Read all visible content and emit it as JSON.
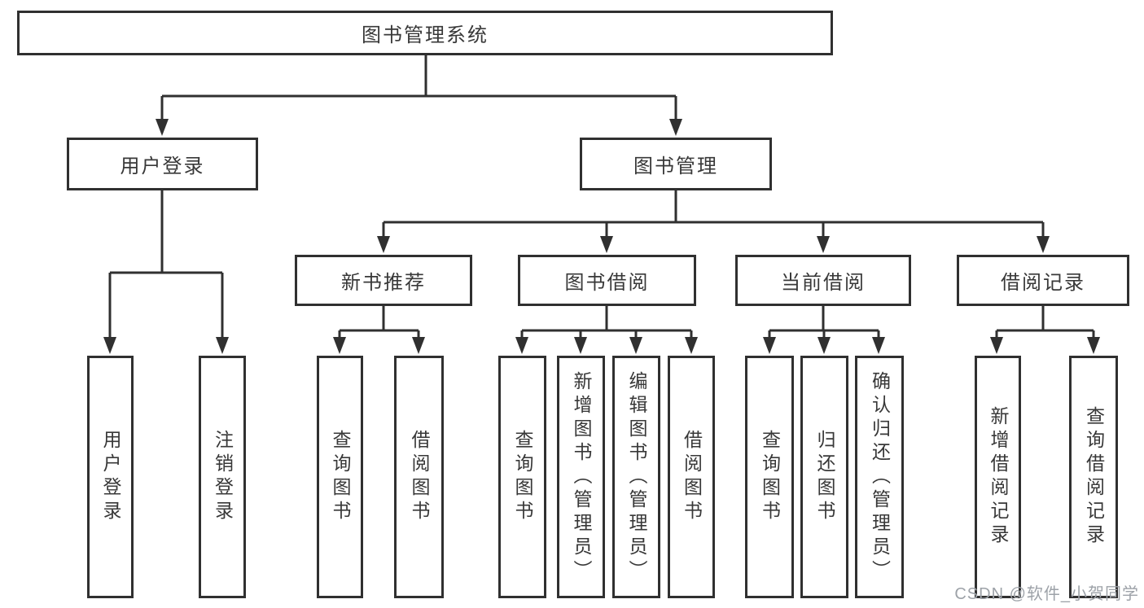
{
  "tree": {
    "label": "图书管理系统",
    "children": [
      {
        "label": "用户登录",
        "children": [
          {
            "label": "用户登录"
          },
          {
            "label": "注销登录"
          }
        ]
      },
      {
        "label": "图书管理",
        "children": [
          {
            "label": "新书推荐",
            "children": [
              {
                "label": "查询图书"
              },
              {
                "label": "借阅图书"
              }
            ]
          },
          {
            "label": "图书借阅",
            "children": [
              {
                "label": "查询图书"
              },
              {
                "label": "新增图书（管理员）"
              },
              {
                "label": "编辑图书（管理员）"
              },
              {
                "label": "借阅图书"
              }
            ]
          },
          {
            "label": "当前借阅",
            "children": [
              {
                "label": "查询图书"
              },
              {
                "label": "归还图书"
              },
              {
                "label": "确认归还（管理员）"
              }
            ]
          },
          {
            "label": "借阅记录",
            "children": [
              {
                "label": "新增借阅记录"
              },
              {
                "label": "查询借阅记录"
              }
            ]
          }
        ]
      }
    ]
  },
  "watermark": {
    "text": "CSDN @软件_小贺同学"
  },
  "colors": {
    "line": "#303030",
    "box_border": "#303030",
    "box_fill": "#ffffff",
    "text": "#383838",
    "background": "#ffffff",
    "watermark": "#9da2a8"
  }
}
